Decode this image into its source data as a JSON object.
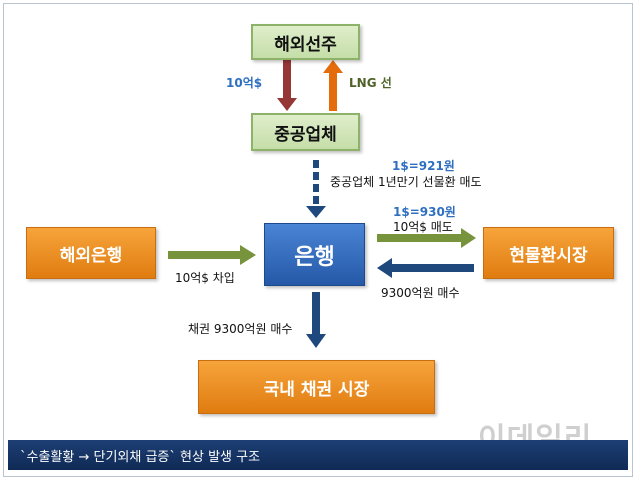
{
  "nodes": {
    "overseas_shipowner": "해외선주",
    "shipbuilder": "중공업체",
    "overseas_bank": "해외은행",
    "bank": "은행",
    "spot_fx_market": "현물환시장",
    "domestic_bond_market": "국내 채권 시장"
  },
  "labels": {
    "payment_10b": "10억$",
    "lng_ship": "LNG 선",
    "forward_rate": "1$=921원",
    "forward_sale": "중공업체 1년만기 선물환 매도",
    "spot_rate": "1$=930원",
    "spot_sale": "10억$ 매도",
    "borrowing": "10억$ 차입",
    "krw_purchase": "9300억원 매수",
    "bond_purchase": "채권 9300억원 매수"
  },
  "caption": "`수출활황 → 단기외채 급증` 현상 발생 구조",
  "watermark": "이데일리"
}
